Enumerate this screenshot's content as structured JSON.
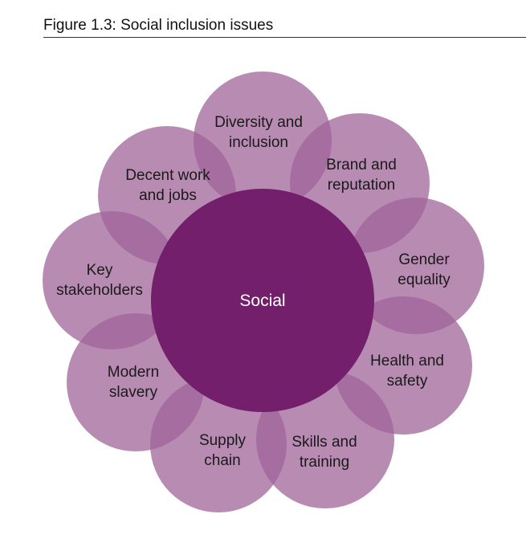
{
  "figure": {
    "title": "Figure 1.3: Social inclusion issues"
  },
  "diagram": {
    "center": {
      "label": "Social"
    },
    "petals": [
      {
        "id": "diversity",
        "lines": [
          "Diversity and",
          "inclusion"
        ]
      },
      {
        "id": "brand",
        "lines": [
          "Brand and",
          "reputation"
        ]
      },
      {
        "id": "gender",
        "lines": [
          "Gender",
          "equality"
        ]
      },
      {
        "id": "health",
        "lines": [
          "Health and",
          "safety"
        ]
      },
      {
        "id": "skills",
        "lines": [
          "Skills and",
          "training"
        ]
      },
      {
        "id": "supply",
        "lines": [
          "Supply",
          "chain"
        ]
      },
      {
        "id": "slavery",
        "lines": [
          "Modern",
          "slavery"
        ]
      },
      {
        "id": "stakeholders",
        "lines": [
          "Key",
          "stakeholders"
        ]
      },
      {
        "id": "decent-work",
        "lines": [
          "Decent work",
          "and jobs"
        ]
      }
    ]
  },
  "colors": {
    "petal_fill": "#a0649a",
    "petal_opacity": "0.75",
    "center_fill": "#731f6c",
    "text_dark": "#1a1a1a",
    "text_light": "#ffffff"
  }
}
